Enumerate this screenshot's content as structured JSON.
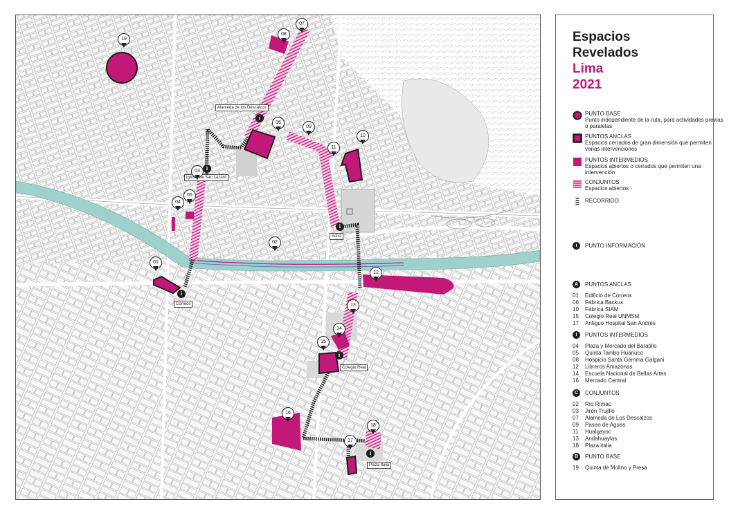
{
  "colors": {
    "magenta": "#c2187a",
    "river": "#9fd1cc",
    "ink": "#1d1d1b",
    "map_bg": "#f3f3f3",
    "block_line": "#9a9a9a"
  },
  "map": {
    "pins": [
      "19",
      "08",
      "07",
      "06",
      "09",
      "11",
      "10",
      "03",
      "05",
      "04",
      "02",
      "01",
      "12",
      "13",
      "14",
      "15",
      "16",
      "17",
      "18"
    ],
    "info_icon": "i",
    "place_labels": {
      "alameda": "Alameda de los Descalzos",
      "iglesia": "Iglesia de San Lázaro",
      "acho": "Acho",
      "correos": "Correos",
      "colegio": "Colegio Real",
      "plaza_italia": "Plaza Italia"
    }
  },
  "legend": {
    "title": [
      "Espacios",
      "Revelados",
      "Lima",
      "2021"
    ],
    "symbols": [
      {
        "head": "PUNTO BASE",
        "desc": "Punto independiente de la ruta, para actividades previas o paralelas",
        "icon": "circle-icon"
      },
      {
        "head": "PUNTOS ANCLAS",
        "desc": "Espacios cerrados de gran dimensión que permiten varias intervenciones",
        "icon": "outlined-square-icon"
      },
      {
        "head": "PUNTOS INTERMEDIOS",
        "desc": "Espacios abiertos o cerrados que permiten una intervención",
        "icon": "filled-square-icon"
      },
      {
        "head": "CONJUNTOS",
        "desc": "Espacios abiertos -",
        "icon": "hatched-square-icon"
      },
      {
        "head": "RECORRIDO",
        "desc": "",
        "icon": "dashed-line-icon"
      }
    ],
    "info_point": {
      "badge": "i",
      "label": "PUNTO INFORMACIÓN"
    },
    "sections": [
      {
        "badge": "A",
        "title": "PUNTOS ANCLAS",
        "items": [
          {
            "num": "01",
            "name": "Edificio de Correos"
          },
          {
            "num": "06",
            "name": "Fábrica Backus"
          },
          {
            "num": "10",
            "name": "Fábrica SIAM"
          },
          {
            "num": "15",
            "name": "Colegio Real UNMSM"
          },
          {
            "num": "17",
            "name": "Antiguo Hospital San Andrés"
          }
        ]
      },
      {
        "badge": "I",
        "title": "PUNTOS INTERMEDIOS",
        "items": [
          {
            "num": "04",
            "name": "Plaza y Mercado del Baratillo"
          },
          {
            "num": "05",
            "name": "Quinta Tambo Huánuco"
          },
          {
            "num": "08",
            "name": "Hospicio Santa Gemma Galgani"
          },
          {
            "num": "12",
            "name": "Libreros Amazonas"
          },
          {
            "num": "14",
            "name": "Escuela Nacional de Bellas Artes"
          },
          {
            "num": "16",
            "name": "Mercado Central"
          }
        ]
      },
      {
        "badge": "C",
        "title": "CONJUNTOS",
        "items": [
          {
            "num": "02",
            "name": "Río Rímac"
          },
          {
            "num": "03",
            "name": "Jirón Trujillo"
          },
          {
            "num": "07",
            "name": "Alameda de Los Descalzos"
          },
          {
            "num": "09",
            "name": "Paseo de Aguas"
          },
          {
            "num": "11",
            "name": "Hualgayoc"
          },
          {
            "num": "13",
            "name": "Andahuaylas"
          },
          {
            "num": "18",
            "name": "Plaza italia"
          }
        ]
      },
      {
        "badge": "B",
        "title": "PUNTO BASE",
        "items": [
          {
            "num": "19",
            "name": "Quinta de Molino y Presa"
          }
        ]
      }
    ]
  }
}
